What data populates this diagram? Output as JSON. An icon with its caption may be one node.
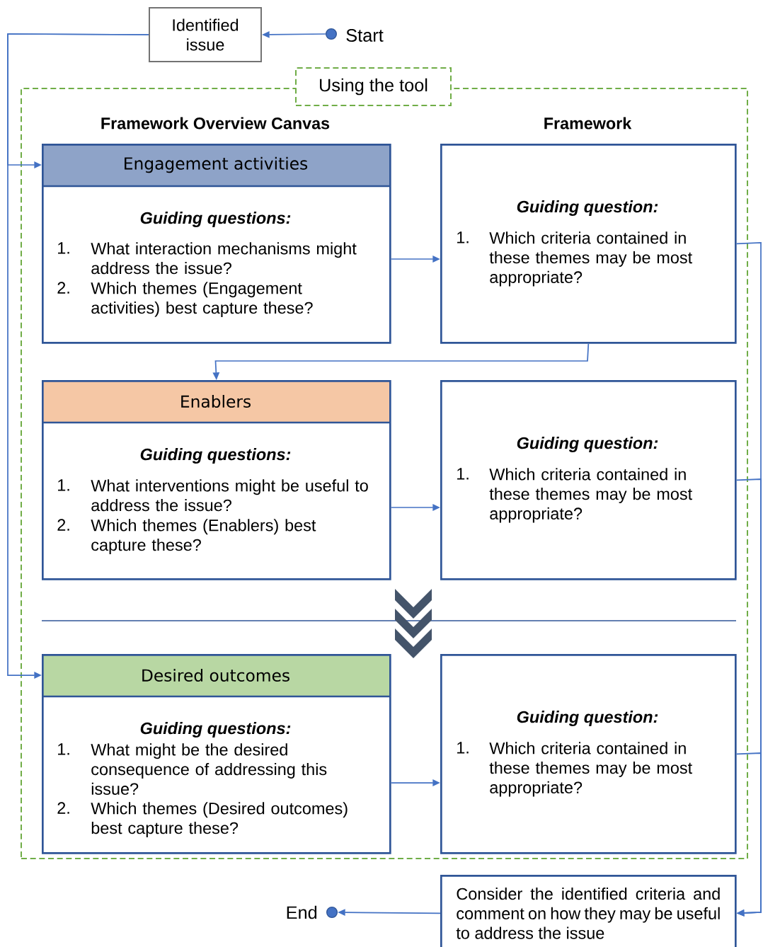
{
  "diagram": {
    "nodes": [
      {
        "text": [
          "Identified issue"
        ]
      },
      {
        "text": [],
        "shape": "circle",
        "beside": [
          "Start"
        ]
      },
      {
        "text": [
          "Using the tool"
        ]
      },
      {
        "text": [
          "Engagement activities",
          "Guiding questions:",
          "1.",
          "What interaction mechanisms might address the issue?",
          "2.",
          "Which themes (Engagement activities) best capture these?"
        ],
        "in": 2
      },
      {
        "text": [
          "Guiding question:",
          "1.",
          "Which criteria contained in these themes may be most appropriate?"
        ],
        "in": 2
      },
      {
        "text": [
          "Enablers",
          "Guiding questions:",
          "1.",
          "What interventions might be useful to address the issue?",
          "2.",
          "Which themes (Enablers) best capture these?"
        ],
        "in": 2
      },
      {
        "text": [
          "Guiding question:",
          "1.",
          "Which criteria contained in these themes may be most appropriate?"
        ],
        "in": 2
      },
      {
        "text": [
          "Desired outcomes",
          "Guiding questions:",
          "1.",
          "What might be the desired consequence of addressing this issue?",
          "2.",
          "Which themes (Desired outcomes) best capture these?"
        ],
        "in": 2
      },
      {
        "text": [
          "Guiding question:",
          "1.",
          "Which criteria contained in these themes may be most appropriate?"
        ],
        "in": 2
      },
      {
        "text": [
          "Consider the identified criteria and comment on how they may be useful to address the issue"
        ]
      },
      {
        "text": [],
        "shape": "circle",
        "beside": [
          "End"
        ]
      }
    ],
    "edges": [
      {
        "from": 1,
        "to": 0,
        "arrow": "to"
      },
      {
        "from": 0,
        "to": 3,
        "arrow": "to"
      },
      {
        "from": 0,
        "to": 7,
        "arrow": "to"
      },
      {
        "from": 3,
        "to": 4,
        "arrow": "to"
      },
      {
        "from": 4,
        "to": 5,
        "arrow": "to"
      },
      {
        "from": 5,
        "to": 6,
        "arrow": "to"
      },
      {
        "from": 7,
        "to": 8,
        "arrow": "to"
      },
      {
        "from": 4,
        "to": 9,
        "arrow": "to"
      },
      {
        "from": 6,
        "to": 9,
        "arrow": "to"
      },
      {
        "from": 8,
        "to": 9,
        "arrow": "to"
      },
      {
        "from": 9,
        "to": 10,
        "arrow": "to"
      }
    ],
    "labels": [
      "Framework Overview Canvas",
      "Framework"
    ]
  }
}
